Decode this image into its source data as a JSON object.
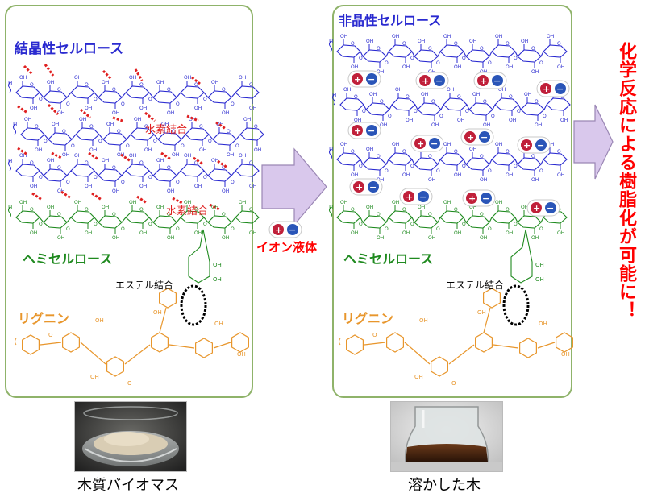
{
  "colors": {
    "cellulose": "#2a2ad0",
    "hemicellulose": "#1f8a1f",
    "lignin": "#e8962c",
    "hbond": "#e02020",
    "accent_red": "#ff0000",
    "panel_border": "#8fb36a",
    "arrow_fill": "#d9c8ec",
    "arrow_stroke": "#9a86b4",
    "cation": "#c0203a",
    "anion": "#2a55b8"
  },
  "left_panel": {
    "title": "結晶性セルロース",
    "hbond_label_1": "水素結合",
    "hbond_label_2": "水素結合",
    "hemicellulose_label": "ヘミセルロース",
    "ester_label": "エステル結合",
    "lignin_label": "リグニン"
  },
  "right_panel": {
    "title": "非晶性セルロース",
    "hemicellulose_label": "ヘミセルロース",
    "ester_label": "エステル結合",
    "lignin_label": "リグニン"
  },
  "middle_arrow": {
    "label": "イオン液体",
    "cation_symbol": "+",
    "anion_symbol": "−"
  },
  "result_text": "化学反応による樹脂化が可能に！",
  "photos": {
    "left_caption": "木質バイオマス",
    "right_caption": "溶かした木"
  },
  "molecule": {
    "hydroxyl": "OH",
    "ring_oxygen": "O",
    "ring_oxygen_dup": "O",
    "chain_end": "H",
    "methoxy": "O"
  }
}
